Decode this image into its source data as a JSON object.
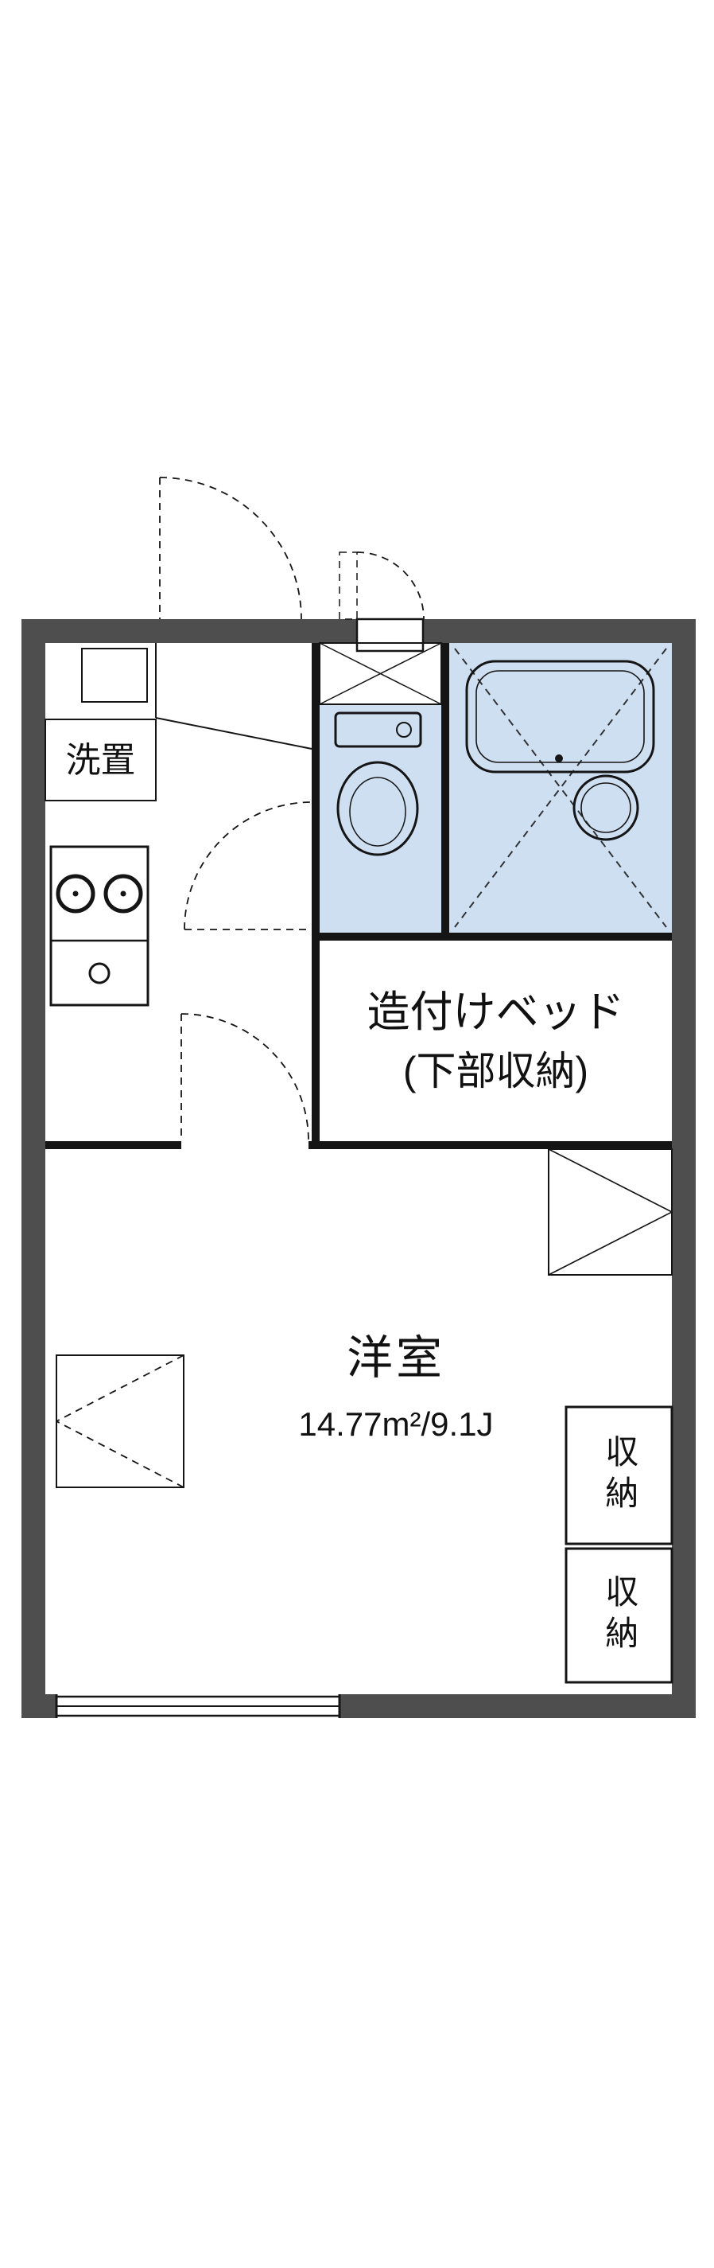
{
  "floorplan": {
    "rooms": {
      "laundry_label": "洗置",
      "built_in_bed": {
        "line1": "造付けベッド",
        "line2": "(下部収納)"
      },
      "western_room": {
        "name": "洋室",
        "area": "14.77m²/9.1J"
      },
      "storage_upper": "収納",
      "storage_lower": "収納"
    },
    "colors": {
      "wall": "#4e4e4e",
      "water": "#cfdff2",
      "storage": "#f5eedb",
      "line": "#151515",
      "tub": "#e9f1fb"
    }
  }
}
